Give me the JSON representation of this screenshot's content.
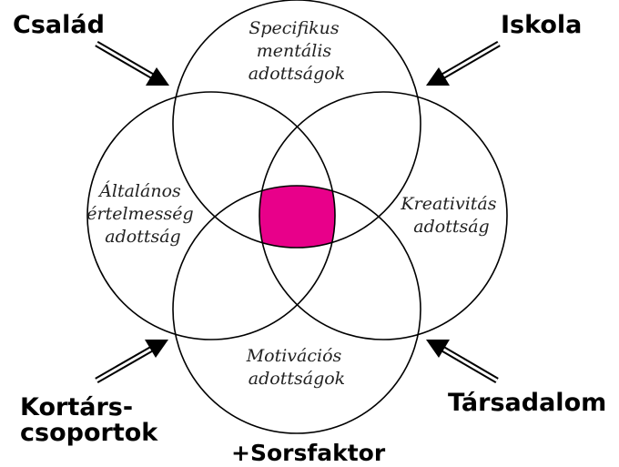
{
  "circles": {
    "top": {
      "lines": [
        "Specifikus",
        "mentális",
        "adottságok"
      ]
    },
    "left": {
      "lines": [
        "Általános",
        "értelmesség",
        "adottság"
      ]
    },
    "right": {
      "lines": [
        "Kreativitás",
        "adottság"
      ]
    },
    "bottom": {
      "lines": [
        "Motivációs",
        "adottságok"
      ]
    }
  },
  "overlap_color": "#e8008a",
  "influences": {
    "top_left": "Család",
    "top_right": "Iskola",
    "bottom_left": [
      "Kortárs-",
      "csoportok"
    ],
    "bottom_right": "Társadalom",
    "bottom": "+Sorsfaktor"
  }
}
